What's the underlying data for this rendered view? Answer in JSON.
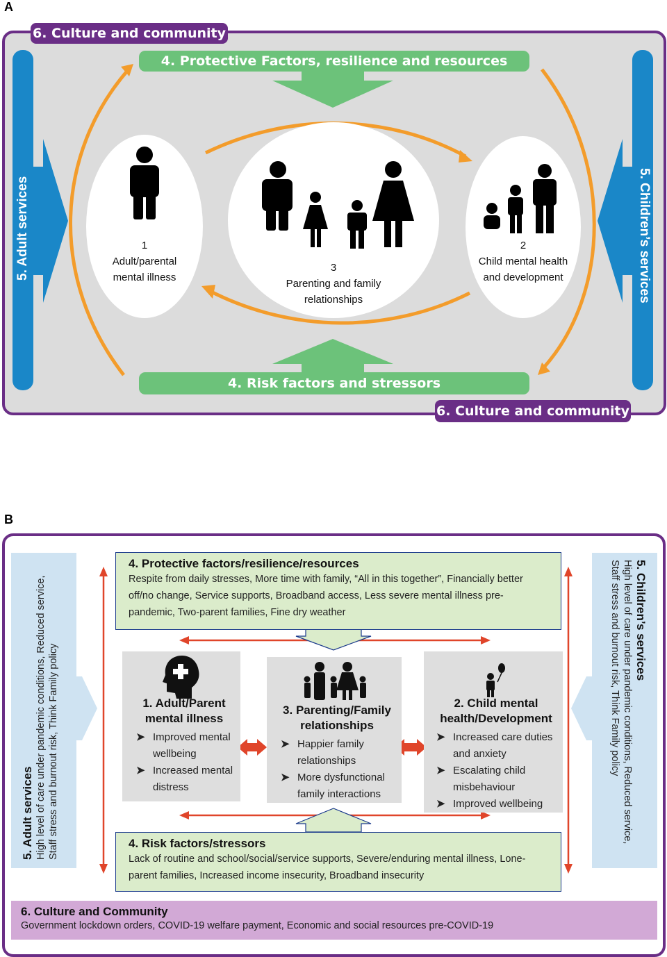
{
  "panelA": {
    "label": "A",
    "culture_top": "6. Culture and community",
    "culture_bottom": "6. Culture and community",
    "protective": "4. Protective Factors, resilience and resources",
    "risk": "4. Risk factors and stressors",
    "adult_services": "5. Adult services",
    "children_services": "5. Children’s services",
    "adult_text_num": "1",
    "adult_text_l1": "Adult/parental",
    "adult_text_l2": "mental illness",
    "family_num": "3",
    "family_l1": "Parenting and family",
    "family_l2": "relationships",
    "child_num": "2",
    "child_l1": "Child mental health",
    "child_l2": "and development",
    "icons": [
      "adult-person-icon",
      "family-icon",
      "child-development-icon"
    ]
  },
  "panelB": {
    "label": "B",
    "protective_title": "4. Protective factors/resilience/resources",
    "protective_text": "Respite from daily stresses, More time with family, “All in this together”, Financially better off/no change, Service supports, Broadband access, Less severe mental illness pre-pandemic, Two-parent families, Fine dry weather",
    "risk_title": "4. Risk factors/stressors",
    "risk_text": "Lack of routine and school/social/service supports, Severe/enduring mental illness, Lone-parent families, Increased income insecurity, Broadband insecurity",
    "culture_title": "6. Culture and Community",
    "culture_text": "Government lockdown orders, COVID-19 welfare payment, Economic and social resources pre-COVID-19",
    "adult_services_title": "5. Adult services",
    "adult_services_l1": "High level of care under pandemic conditions, Reduced service,",
    "adult_services_l2": "Staff stress and burnout risk, Think Family policy",
    "children_services_title": "5. Children’s services",
    "children_services_l1": "High level of care under pandemic conditions, Reduced service,",
    "children_services_l2": "Staff stress and burnout risk, Think Family policy",
    "box1_title_l1": "1. Adult/Parent",
    "box1_title_l2": "mental illness",
    "box1_items": [
      "Improved mental wellbeing",
      "Increased mental distress"
    ],
    "box3_title_l1": "3. Parenting/Family",
    "box3_title_l2": "relationships",
    "box3_items": [
      "Happier family relationships",
      "More dysfunctional family interactions"
    ],
    "box2_title_l1": "2. Child mental",
    "box2_title_l2": "health/Development",
    "box2_items": [
      "Increased care duties and anxiety",
      "Escalating child misbehaviour",
      "Improved wellbeing"
    ],
    "bullet_symbol": "➤",
    "icons": [
      "head-medical-icon",
      "family-silhouette-icon",
      "child-balloon-icon"
    ]
  },
  "colors": {
    "purple": "#6a2e86",
    "green": "#6cc27a",
    "blue": "#1a87c8",
    "orange": "#f39c2b",
    "red": "#e0452a",
    "lightgreen": "#dbeccb",
    "lightblue": "#cfe3f2",
    "lavender": "#d2a9d6",
    "grey": "#dedede"
  }
}
